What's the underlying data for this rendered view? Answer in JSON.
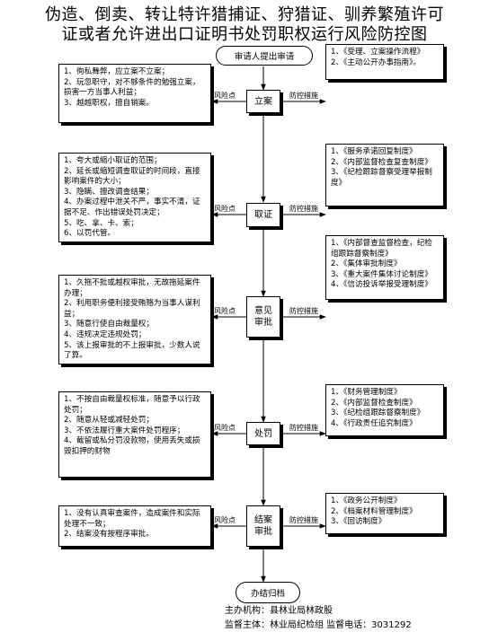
{
  "title": {
    "line1": "伪造、倒卖、转让特许猎捕证、狩猎证、驯养繁殖许可",
    "line2": "证或者允许进出口证明书处罚职权运行风险防控图"
  },
  "flow": {
    "start": "审请人提出审请",
    "end": "办结归档",
    "steps": [
      {
        "label_lines": [
          "立案"
        ],
        "risk_label": "风险点",
        "control_label": "防控措施",
        "risks": [
          "1、徇私舞弊，应立案不立案；",
          "2、玩忽职守，对不够条件的勉强立案，损害一方当事人利益；",
          "3、越越职权，擅自销案。"
        ],
        "controls": [
          "1、《受理、立案操作流程》",
          "2、《主动公开办事指南》。"
        ]
      },
      {
        "label_lines": [
          "取证"
        ],
        "risk_label": "风险点",
        "control_label": "防控措施",
        "risks": [
          "1、夸大或缩小取证的范围；",
          "2、延长或缩短调查取证的时间段，直接影响案件的大小；",
          "3、隐瞒、擅改调查结果；",
          "4、办案过程中泄关不严，事实不清，证据不足、作出错误处罚决定；",
          "5、吃、拿、卡、索；",
          "6、以罚代管。"
        ],
        "controls": [
          "1、《服务承诺回复制度》",
          "2、《内部监督检查复查制度》",
          "3、《纪检跟踪督察受理举报制度》"
        ]
      },
      {
        "label_lines": [
          "意见",
          "审批"
        ],
        "risk_label": "风险点",
        "control_label": "防控措施",
        "risks": [
          "1、久拖不批或越权审批，无故拖延案件办理；",
          "2、利用职务便利接受贿赂为当事人谋利益；",
          "3、随意行使自由裁量权；",
          "4、违规决定违规处罚；",
          "5、该上报审批的不上报审批，少数人说了算。"
        ],
        "controls": [
          "1、《内部督查监督检查，纪检组跟踪督察制度》",
          "2、《集体审批制度》",
          "3、《重大案件集体讨论制度》",
          "4、《信访投诉举报受理制度》"
        ]
      },
      {
        "label_lines": [
          "处罚"
        ],
        "risk_label": "风险点",
        "control_label": "防控措施",
        "risks": [
          "1、不按自由裁量权标准，随意予以行政处罚；",
          "2、随意从轻或减轻处罚；",
          "3、不依法履行重大案件处罚程序；",
          "4、截留或私分罚没款物，使用丢失或损毁扣押的财物"
        ],
        "controls": [
          "1、《财务管理制度》",
          "2、《内部监督检查制度》",
          "3、《纪检组跟踪督察制度》",
          "4、《行政责任追究制度》"
        ]
      },
      {
        "label_lines": [
          "结案",
          "审批"
        ],
        "risk_label": "风险点",
        "control_label": "防控措施",
        "risks": [
          "1、没有认真审查案件，造成案件和实际处理不一致；",
          "2、结案没有按程序审批。"
        ],
        "controls": [
          "1、《政务公开制度》",
          "2、《档案材料管理制度》",
          "3、《回访制度》"
        ]
      }
    ]
  },
  "footer": {
    "organizer": "主办机构：县林业局林政股",
    "supervisor": "监督主体：林业局纪检组  监督电话：3031292"
  }
}
